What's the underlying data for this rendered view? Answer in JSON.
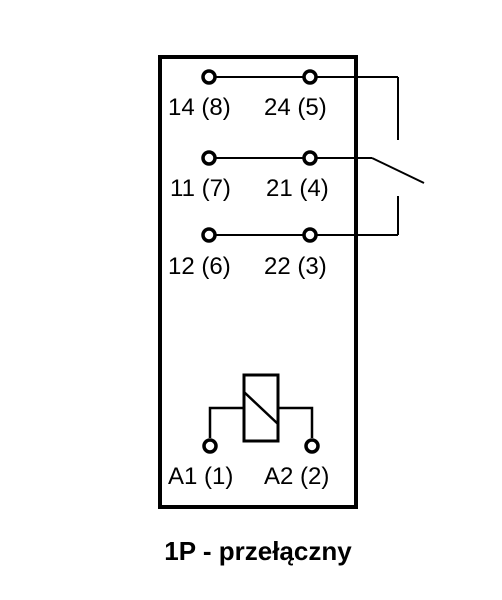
{
  "diagram": {
    "pins": {
      "row1_left": "14 (8)",
      "row1_right": "24 (5)",
      "row2_left": "11 (7)",
      "row2_right": "21 (4)",
      "row3_left": "12 (6)",
      "row3_right": "22 (3)",
      "coil_left": "A1 (1)",
      "coil_right": "A2 (2)"
    },
    "caption": "1P - przełączny",
    "colors": {
      "line": "#000000",
      "background": "#ffffff"
    }
  }
}
